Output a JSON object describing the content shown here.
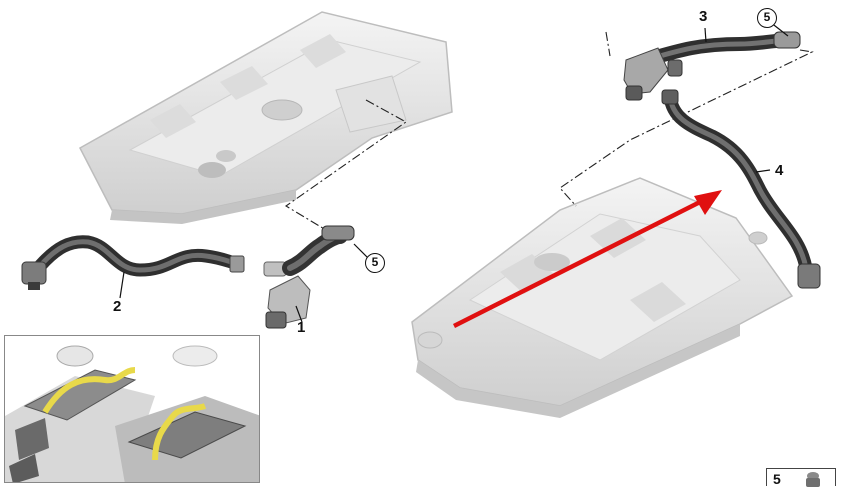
{
  "callouts": {
    "part_1": "1",
    "part_2": "2",
    "part_3": "3",
    "part_4": "4",
    "part_5_left": "5",
    "part_5_right": "5"
  },
  "legend": {
    "label": "5"
  },
  "colors": {
    "housing": "#e6e6e6",
    "housing_shadow": "#b9b9b9",
    "hose": "#4a4a4a",
    "hose_highlight": "#7a7a7a",
    "arrow": "#e01010",
    "highlight_hose": "#e8d94a",
    "leader_line": "#222222"
  },
  "icons": {
    "arrow": "red-arrow-icon",
    "inset": "engine-inset-illustration",
    "legend_part": "clip-part-icon"
  }
}
